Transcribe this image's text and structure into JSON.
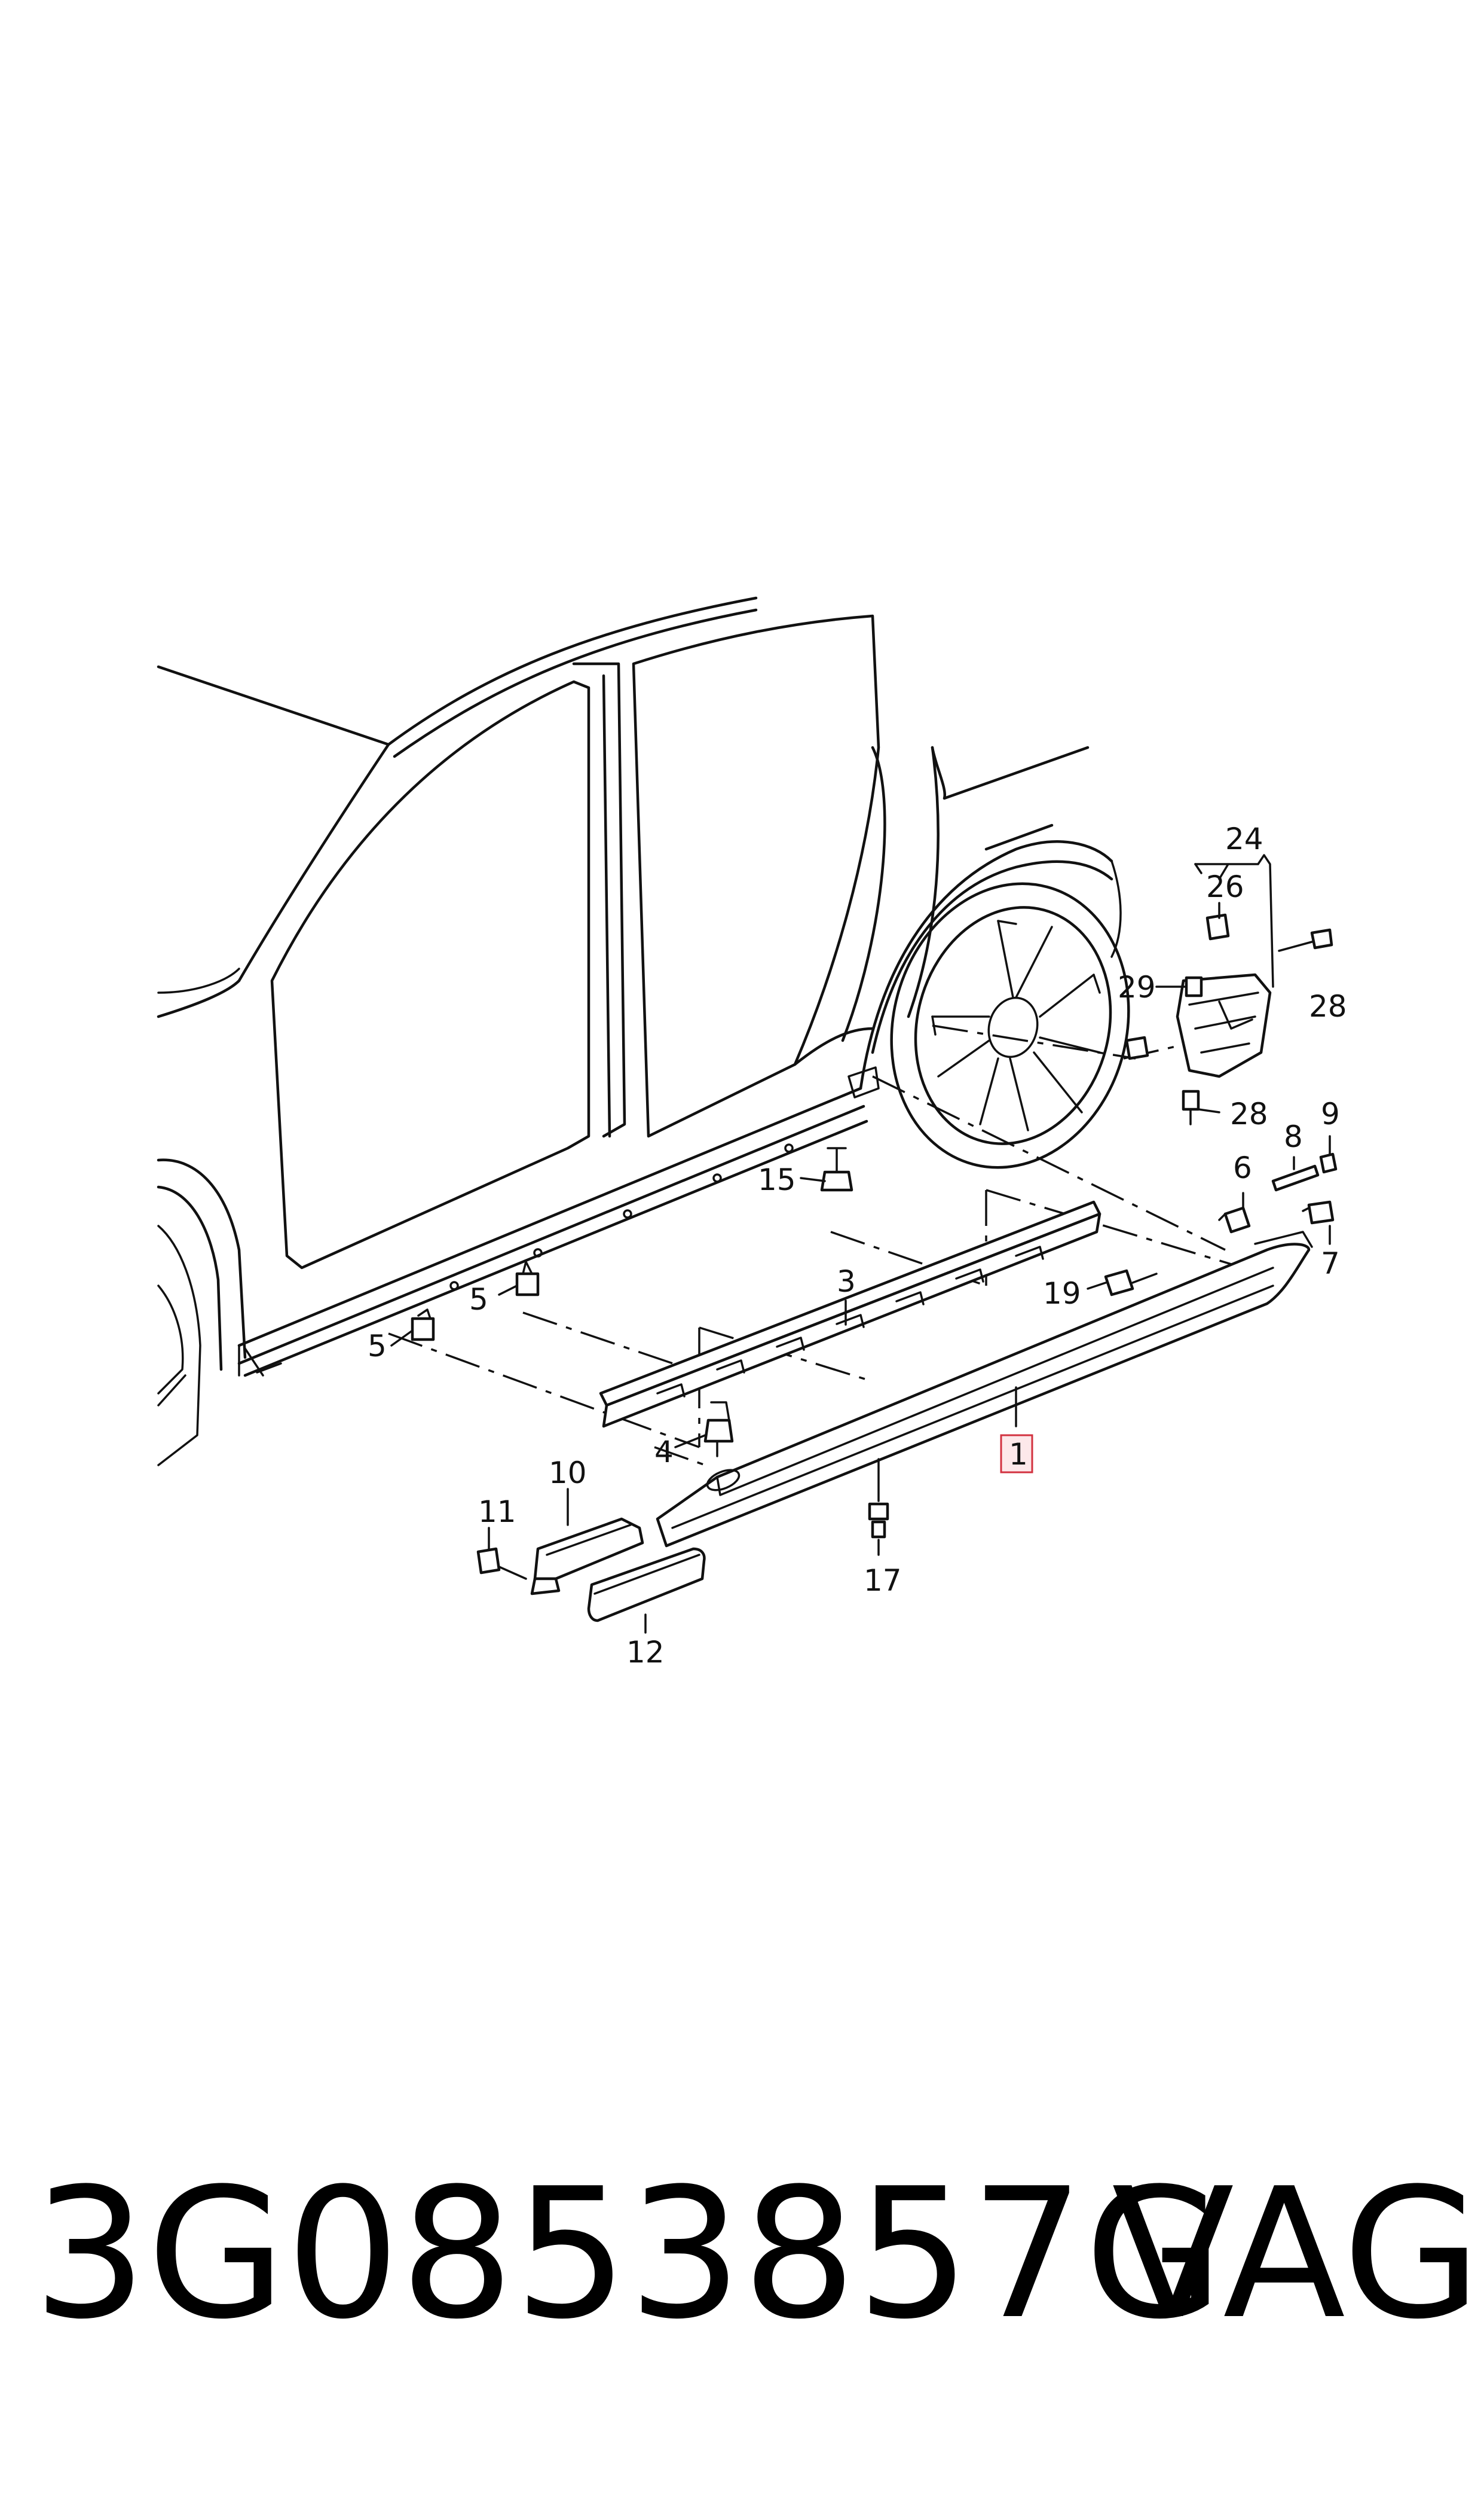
{
  "part_number": "3G0853857G",
  "brand": "VAG",
  "callouts": {
    "c1": "1",
    "c3": "3",
    "c4": "4",
    "c5a": "5",
    "c5b": "5",
    "c6": "6",
    "c7": "7",
    "c8": "8",
    "c9": "9",
    "c10": "10",
    "c11": "11",
    "c12": "12",
    "c15": "15",
    "c17": "17",
    "c19": "19",
    "c24": "24",
    "c26": "26",
    "c28a": "28",
    "c28b": "28",
    "c29": "29"
  },
  "colors": {
    "line": "#111111",
    "highlight_border": "#d2313f",
    "highlight_fill": "#fde8ea"
  }
}
